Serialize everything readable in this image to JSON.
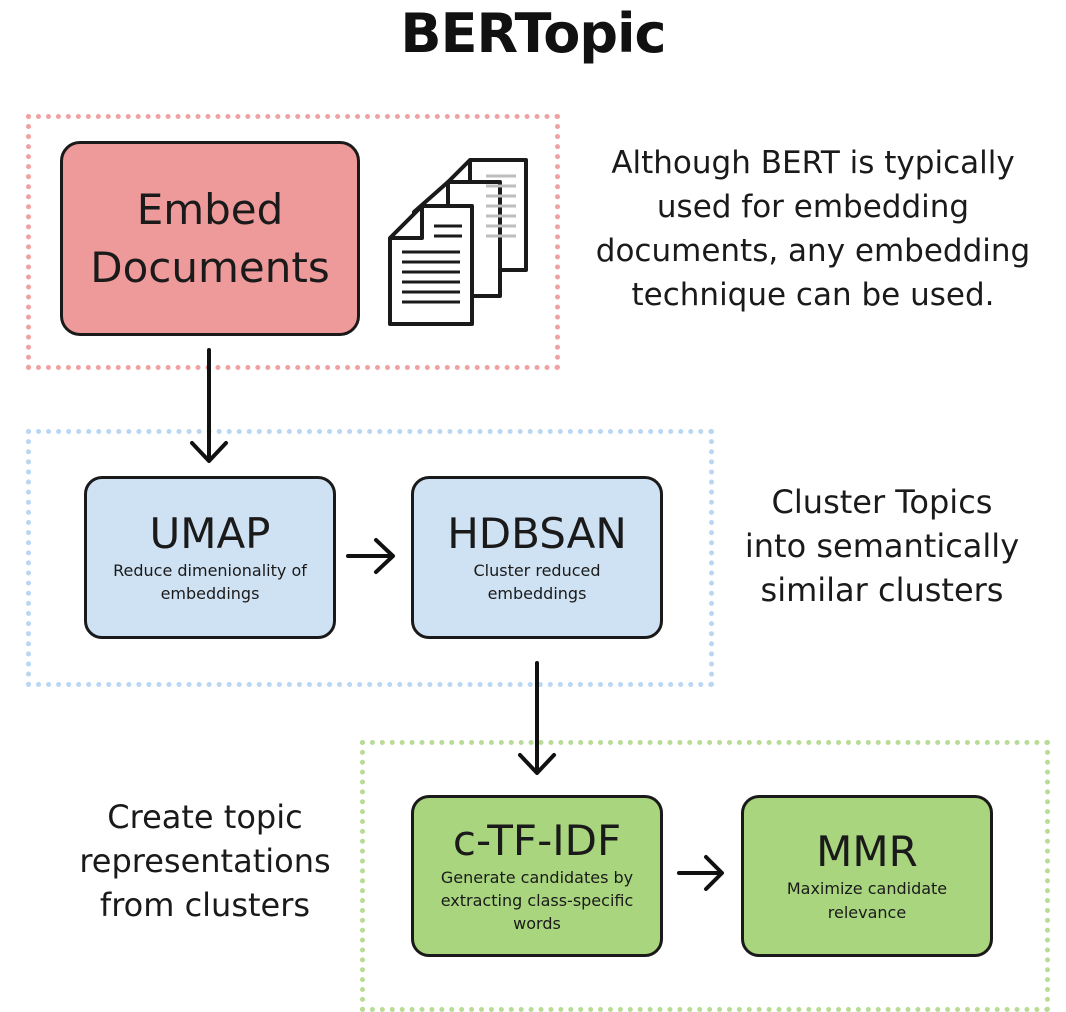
{
  "title": "BERTopic",
  "stages": {
    "embed": {
      "box_label_line1": "Embed",
      "box_label_line2": "Documents",
      "note_line1": "Although BERT is typically",
      "note_line2": "used for embedding",
      "note_line3": "documents, any embedding",
      "note_line4": "technique can be used.",
      "border_color": "#f0a2a2",
      "fill_color": "#ef9a9a",
      "icon": "documents-icon"
    },
    "cluster": {
      "umap_title": "UMAP",
      "umap_desc_line1": "Reduce dimenionality of",
      "umap_desc_line2": "embeddings",
      "hdbscan_title": "HDBSAN",
      "hdbscan_desc_line1": "Cluster reduced",
      "hdbscan_desc_line2": "embeddings",
      "note_line1": "Cluster Topics",
      "note_line2": "into semantically",
      "note_line3": "similar clusters",
      "border_color": "#b9d6f2",
      "fill_color": "#cfe2f3"
    },
    "representation": {
      "ctfidf_title": "c-TF-IDF",
      "ctfidf_desc_line1": "Generate candidates by",
      "ctfidf_desc_line2": "extracting class-specific",
      "ctfidf_desc_line3": "words",
      "mmr_title": "MMR",
      "mmr_desc_line1": "Maximize candidate",
      "mmr_desc_line2": "relevance",
      "note_line1": "Create topic",
      "note_line2": "representations",
      "note_line3": "from clusters",
      "border_color": "#b8dc96",
      "fill_color": "#a8d57d"
    }
  }
}
